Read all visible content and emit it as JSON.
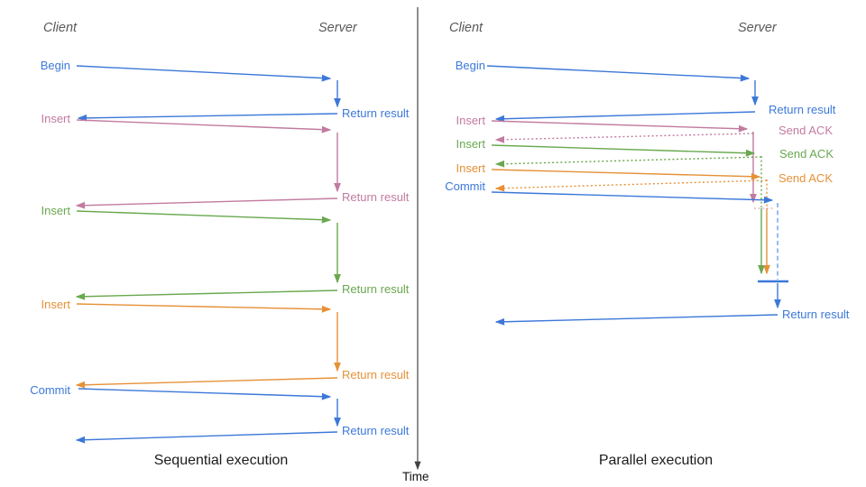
{
  "colors": {
    "blue": "#3c78d8",
    "blue_light": "#6d9eeb",
    "pink": "#c27ba0",
    "green": "#6aa84f",
    "orange": "#e69138",
    "axis": "#424242",
    "header_gray": "#595959"
  },
  "time_axis": {
    "label": "Time"
  },
  "panels": [
    {
      "caption": "Sequential execution",
      "client_label": "Client",
      "server_label": "Server",
      "messages": [
        {
          "label": "Begin",
          "color": "#3c78d8",
          "response": "Return result"
        },
        {
          "label": "Insert",
          "color": "#c27ba0",
          "response": "Return result"
        },
        {
          "label": "Insert",
          "color": "#6aa84f",
          "response": "Return result"
        },
        {
          "label": "Insert",
          "color": "#e69138",
          "response": "Return result"
        },
        {
          "label": "Commit",
          "color": "#3c78d8",
          "response": "Return result"
        }
      ]
    },
    {
      "caption": "Parallel execution",
      "client_label": "Client",
      "server_label": "Server",
      "messages": [
        {
          "label": "Begin",
          "color": "#3c78d8",
          "response": "Return result"
        },
        {
          "label": "Insert",
          "color": "#c27ba0",
          "response": "Send ACK"
        },
        {
          "label": "Insert",
          "color": "#6aa84f",
          "response": "Send ACK"
        },
        {
          "label": "Insert",
          "color": "#e69138",
          "response": "Send ACK"
        },
        {
          "label": "Commit",
          "color": "#3c78d8",
          "response": "Return result"
        }
      ]
    }
  ]
}
